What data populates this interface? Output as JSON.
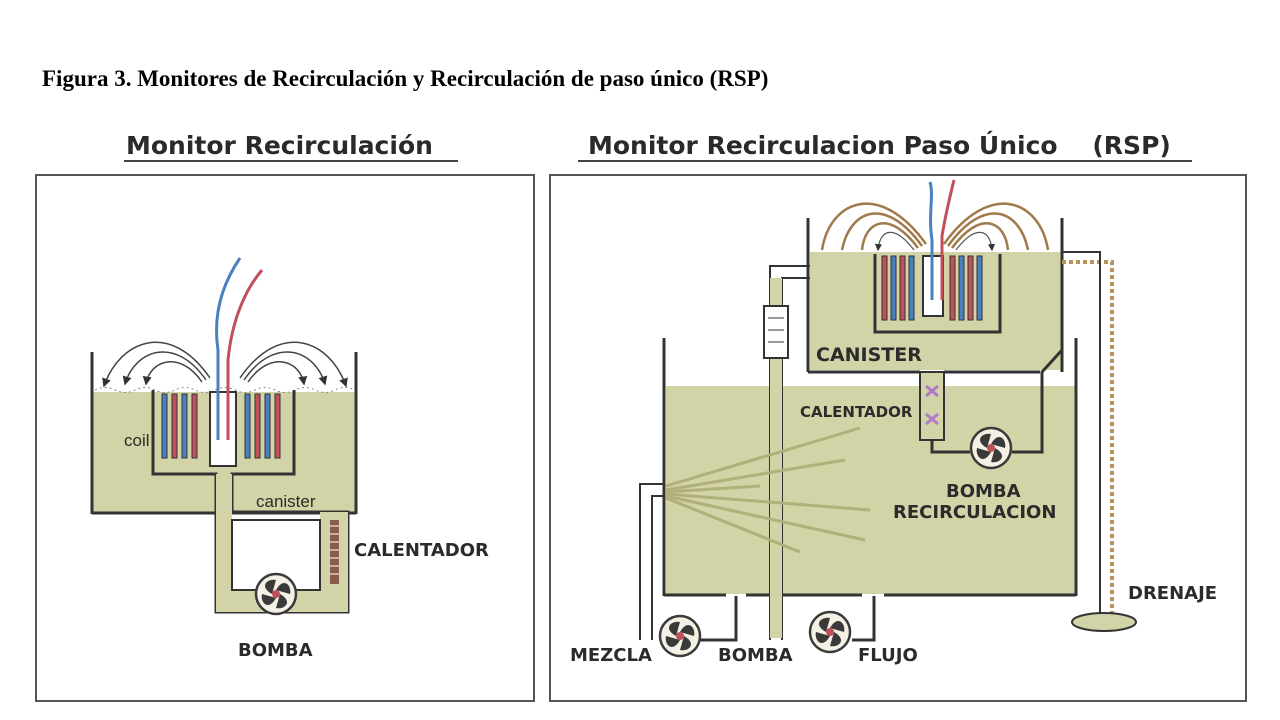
{
  "caption": "Figura 3. Monitores de Recirculación y Recirculación de paso único (RSP)",
  "left_panel": {
    "title": "Monitor Recirculación",
    "labels": {
      "coil": "coil",
      "canister": "canister",
      "heater": "CALENTADOR",
      "pump": "BOMBA"
    }
  },
  "right_panel": {
    "title": "Monitor Recirculacion Paso Único    (RSP)",
    "labels": {
      "canister": "CANISTER",
      "heater": "CALENTADOR",
      "recirc_pump_line1": "BOMBA",
      "recirc_pump_line2": "RECIRCULACION",
      "drain": "DRENAJE",
      "mix": "MEZCLA",
      "pump": "BOMBA",
      "flow": "FLUJO"
    }
  },
  "colors": {
    "fluid": "#d2d3a6",
    "fluid_dark": "#b9ba88",
    "outline": "#3a3a3a",
    "hot_line": "#c0505a",
    "cold_line": "#4a7fc0",
    "drain_line": "#b8935a",
    "heater_element": "#b07ac8"
  }
}
